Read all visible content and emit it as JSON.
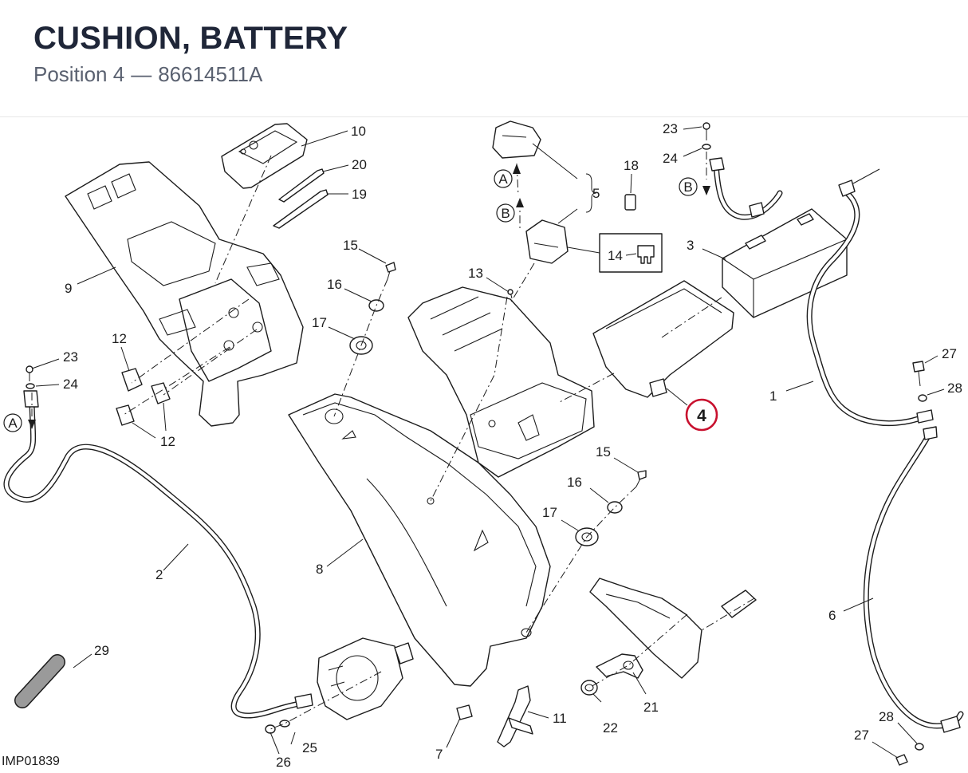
{
  "header": {
    "title": "CUSHION, BATTERY",
    "position_label": "Position 4",
    "separator": "—",
    "part_number": "86614511A"
  },
  "diagram_code": "IMP01839",
  "highlight": {
    "label": "4",
    "color": "#c8102e"
  },
  "callouts": {
    "c1": "1",
    "c2": "2",
    "c3": "3",
    "c5": "5",
    "c6": "6",
    "c7": "7",
    "c8": "8",
    "c9": "9",
    "c10": "10",
    "c11": "11",
    "c12a": "12",
    "c12b": "12",
    "c13": "13",
    "c14": "14",
    "c15a": "15",
    "c15b": "15",
    "c16a": "16",
    "c16b": "16",
    "c17a": "17",
    "c17b": "17",
    "c18": "18",
    "c19": "19",
    "c20": "20",
    "c21": "21",
    "c22": "22",
    "c23a": "23",
    "c23b": "23",
    "c24a": "24",
    "c24b": "24",
    "c25": "25",
    "c26": "26",
    "c27a": "27",
    "c27b": "27",
    "c28a": "28",
    "c28b": "28",
    "c29": "29"
  },
  "references": {
    "a1": "A",
    "a2": "A",
    "b1": "B",
    "b2": "B"
  }
}
